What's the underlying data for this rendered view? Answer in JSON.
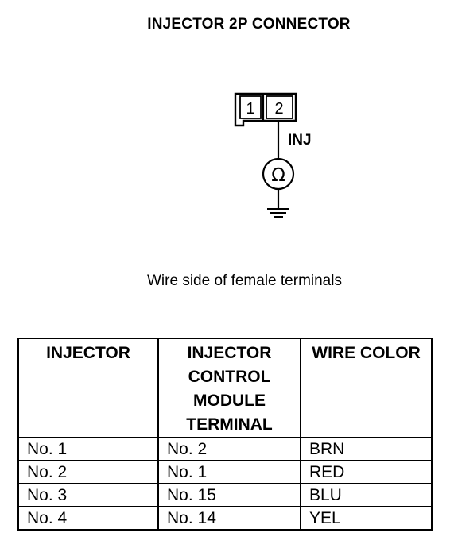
{
  "title": "INJECTOR 2P CONNECTOR",
  "connector": {
    "pins": [
      "1",
      "2"
    ],
    "wire_label": "INJ",
    "meter_symbol": "Ω"
  },
  "caption": "Wire side of female terminals",
  "table": {
    "headers": [
      "INJECTOR",
      "INJECTOR CONTROL MODULE TERMINAL",
      "WIRE COLOR"
    ],
    "rows": [
      [
        "No. 1",
        "No. 2",
        "BRN"
      ],
      [
        "No. 2",
        "No. 1",
        "RED"
      ],
      [
        "No. 3",
        "No. 15",
        "BLU"
      ],
      [
        "No. 4",
        "No. 14",
        "YEL"
      ]
    ]
  }
}
